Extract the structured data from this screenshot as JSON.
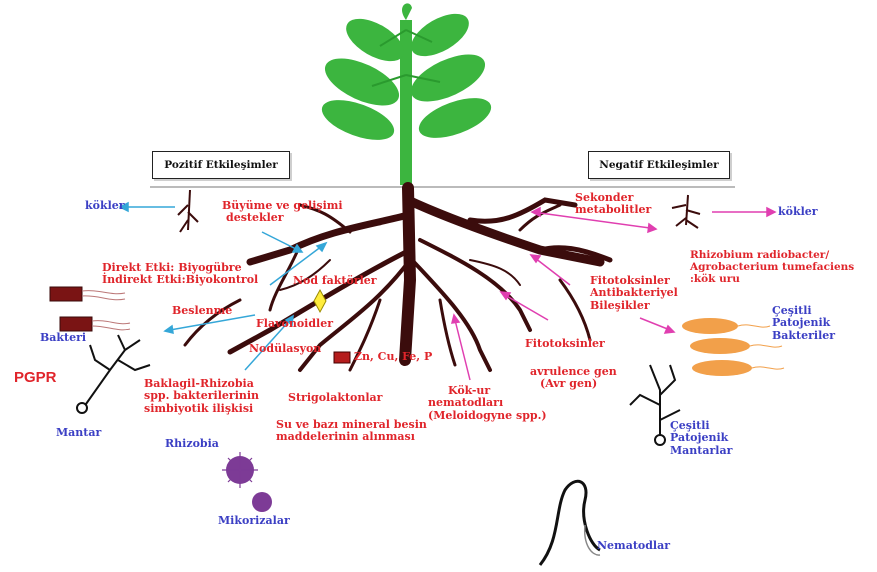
{
  "headers": {
    "positive": "Pozitif Etkileşimler",
    "negative": "Negatif Etkileşimler"
  },
  "left": {
    "kokler": "kökler",
    "buyume": [
      "Büyüme ve gelişimi",
      "destekler"
    ],
    "direkt": [
      "Direkt Etki: Biyogübre",
      "İndirekt Etki:Biyokontrol"
    ],
    "beslenme": "Beslenme",
    "nod": "Nod faktörler",
    "flavonoid": "Flavonoidler",
    "nodulasyon": "Nodülasyon",
    "znfe": "Zn, Cu, Fe, P",
    "baklagil": [
      "Baklagil-Rhizobia",
      "spp. bakterilerinin",
      "simbiyotik ilişkisi"
    ],
    "strigo": "Strigolaktonlar",
    "su": [
      "Su ve bazı mineral besin",
      "maddelerinin alınması"
    ],
    "bakteri": "Bakteri",
    "pgpr": "PGPR",
    "mantar": "Mantar",
    "rhizobia": "Rhizobia",
    "mikorizalar": "Mikorizalar"
  },
  "right": {
    "sekonder": [
      "Sekonder",
      "metabolitler"
    ],
    "kokler": "kökler",
    "rhizobium": [
      "Rhizobium radiobacter/",
      "Agrobacterium tumefaciens",
      ":kök uru"
    ],
    "fitotoks1": [
      "Fitotoksinler",
      "Antibakteriyel",
      "Bileşikler"
    ],
    "fitotoks2": "Fitotoksinler",
    "avrulence": [
      "avrulence gen",
      "(Avr gen)"
    ],
    "kokur": [
      "Kök-ur",
      "nematodları",
      "(Meloidogyne spp.)"
    ],
    "patBak": [
      "Çeşitli",
      "Patojenik",
      "Bakteriler"
    ],
    "patMan": [
      "Çeşitli",
      "Patojenik",
      "Mantarlar"
    ],
    "nematod": "Nematodlar"
  }
}
